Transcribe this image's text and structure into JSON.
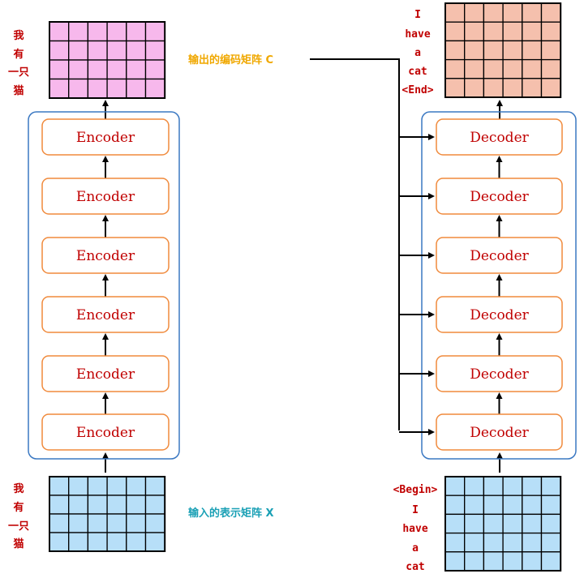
{
  "diagram": {
    "encoder_label": "Encoder",
    "decoder_label": "Decoder",
    "encoder_input_tokens": [
      "我",
      "有",
      "一只",
      "猫"
    ],
    "encoder_output_tokens": [
      "我",
      "有",
      "一只",
      "猫"
    ],
    "decoder_input_tokens": [
      "<Begin>",
      "I",
      "have",
      "a",
      "cat"
    ],
    "decoder_output_tokens": [
      "I",
      "have",
      "a",
      "cat",
      "<End>"
    ],
    "input_caption": "输入的表示矩阵 X",
    "output_caption": "输出的编码矩阵 C",
    "colors": {
      "block_border": "#f08a3c",
      "block_text": "#c00000",
      "stack_border": "#3a78c2",
      "input_matrix_fill": "#b7dff8",
      "encoder_output_fill": "#f7b8ec",
      "decoder_output_fill": "#f5c0ad",
      "input_caption": "#1aa0b5",
      "output_caption": "#f0a800",
      "token_text": "#c00000"
    }
  }
}
